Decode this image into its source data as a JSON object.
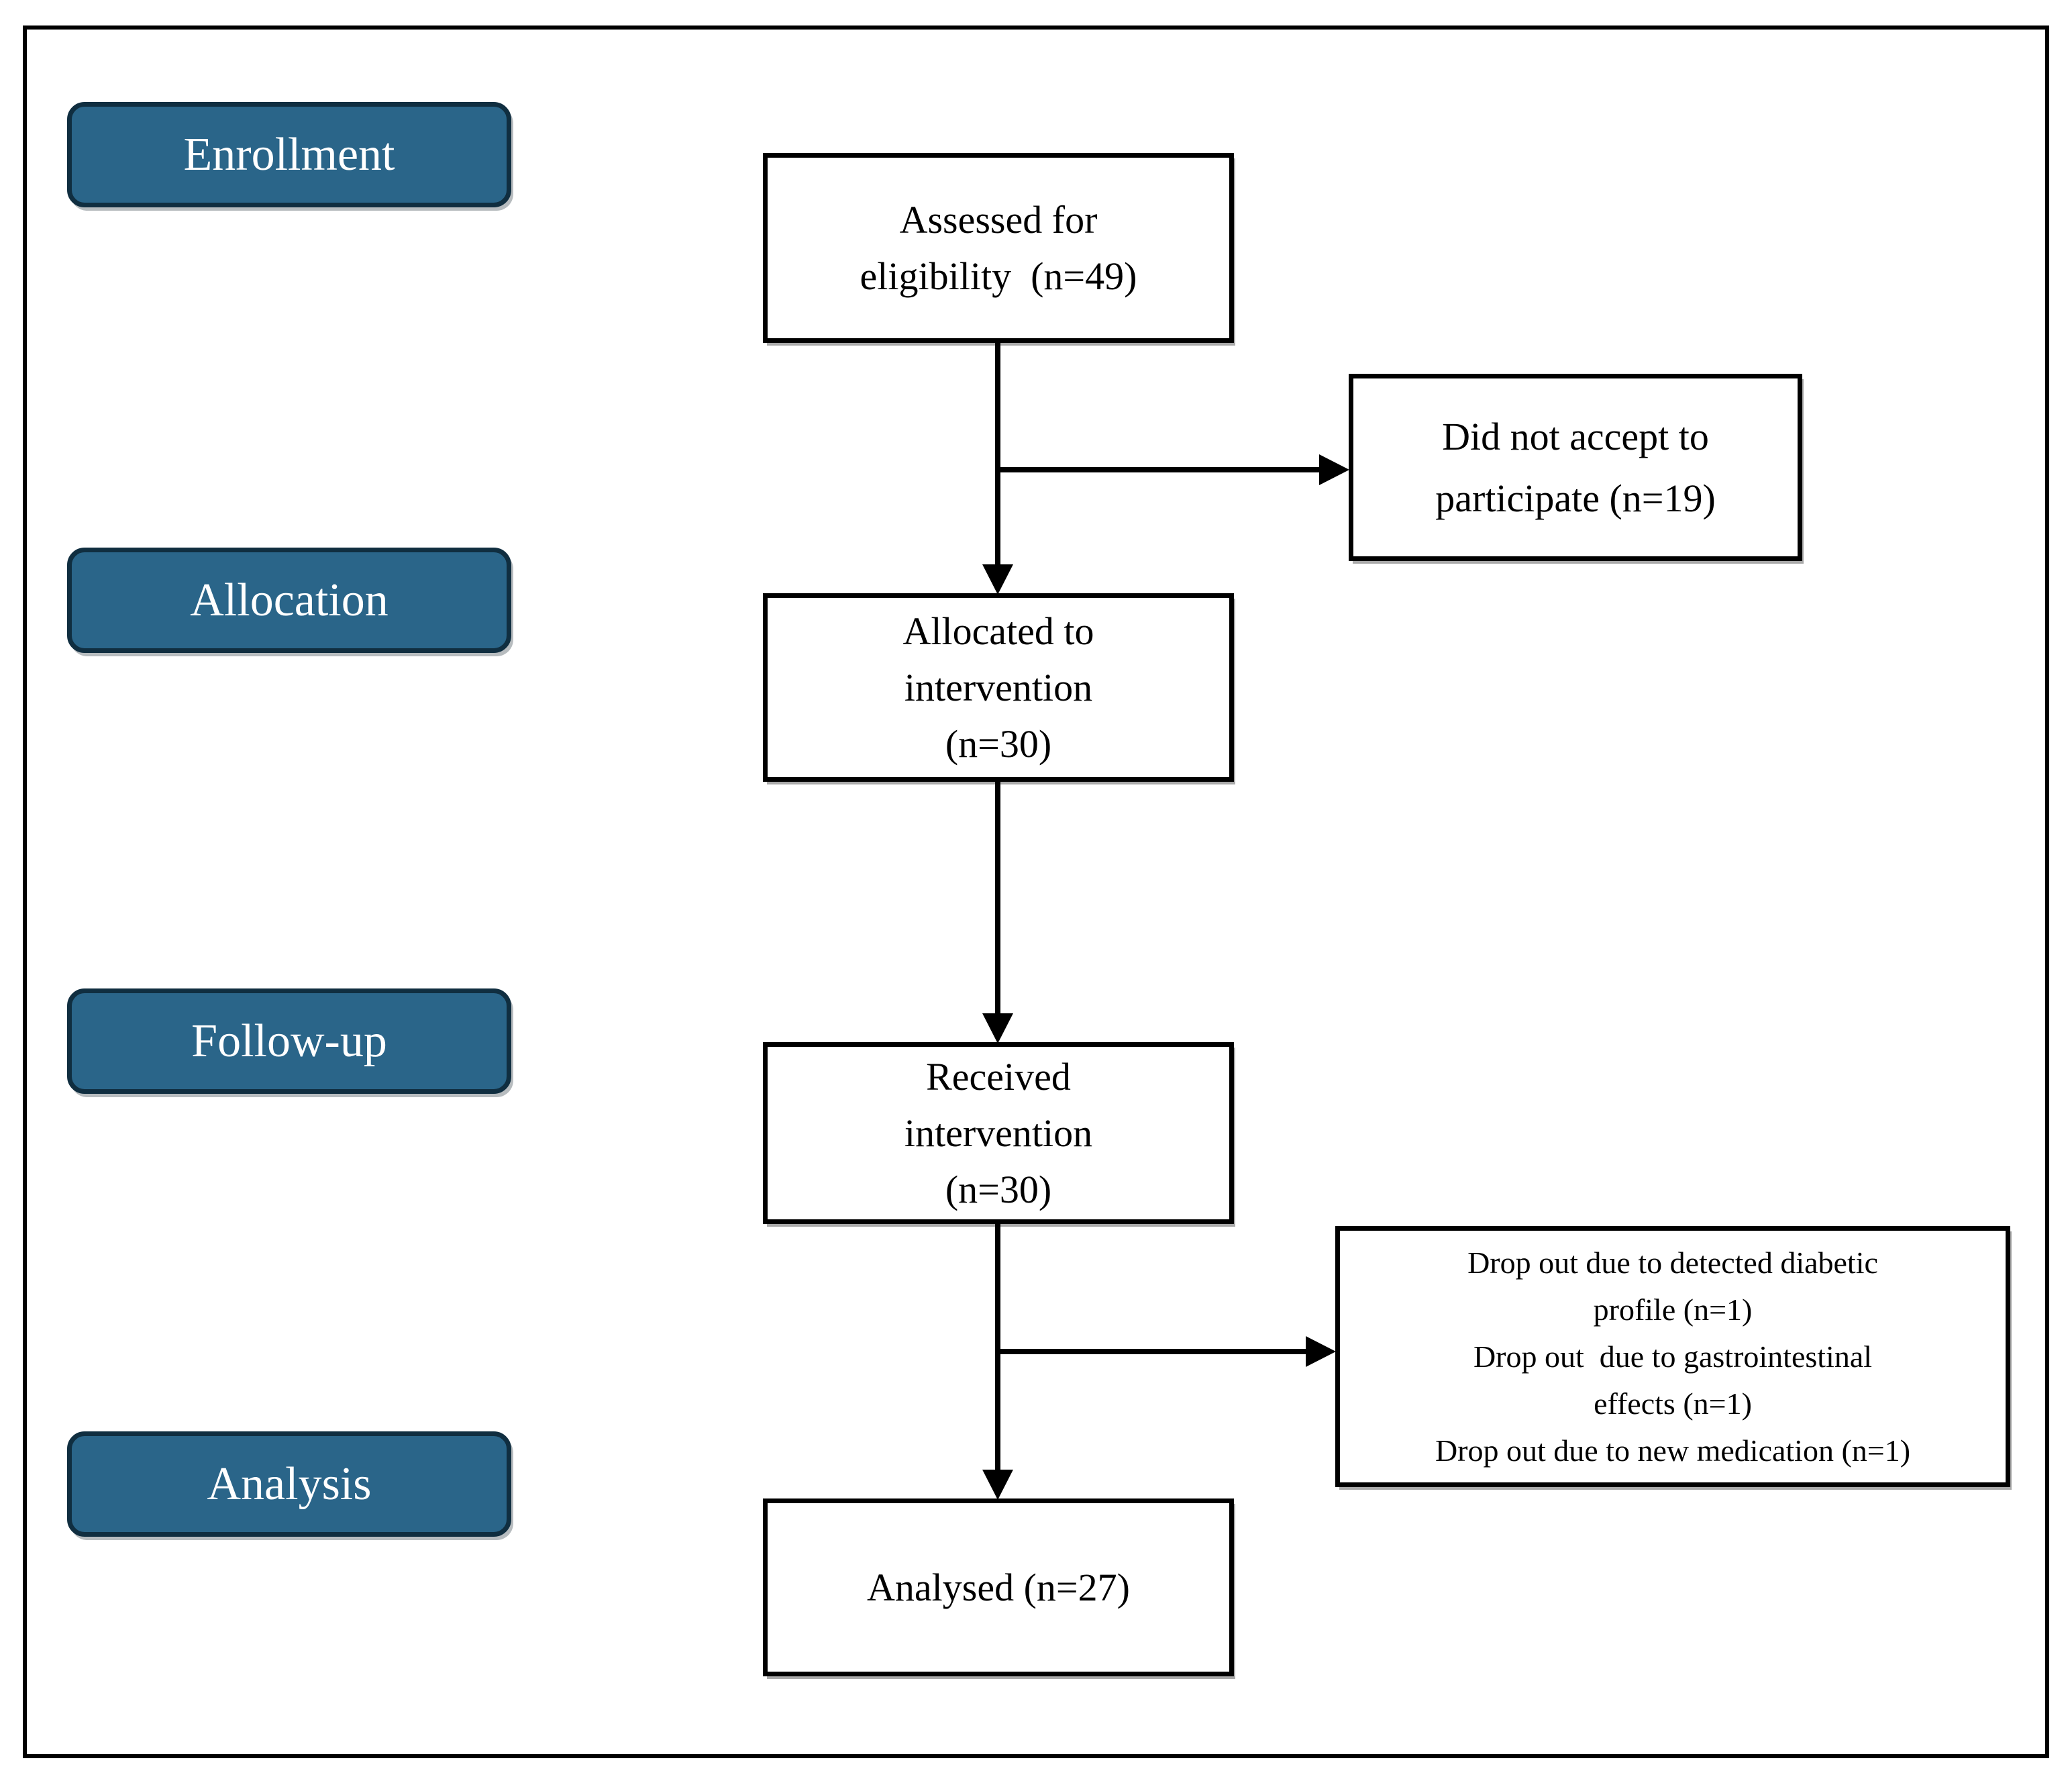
{
  "figure": {
    "type": "consort-flow-diagram",
    "stages": [
      {
        "label": "Enrollment"
      },
      {
        "label": "Allocation"
      },
      {
        "label": "Follow-up"
      },
      {
        "label": "Analysis"
      }
    ],
    "flow_boxes": [
      {
        "name": "assessed-for-eligibility",
        "lines": [
          "Assessed for",
          "eligibility  (n=49)"
        ]
      },
      {
        "name": "allocated-to-intervention",
        "lines": [
          "Allocated to",
          "intervention",
          "(n=30)"
        ]
      },
      {
        "name": "received-intervention",
        "lines": [
          "Received",
          "intervention",
          "(n=30)"
        ]
      },
      {
        "name": "analysed",
        "lines": [
          "Analysed (n=27)"
        ]
      }
    ],
    "side_boxes": [
      {
        "name": "did-not-accept",
        "lines": [
          "Did not accept to",
          "participate (n=19)"
        ]
      },
      {
        "name": "drop-out",
        "lines": [
          "Drop out due to detected diabetic",
          "profile (n=1)",
          "Drop out  due to gastrointestinal",
          "effects (n=1)",
          "Drop out due to new medication (n=1)"
        ]
      }
    ],
    "counts": {
      "assessed": 49,
      "did_not_accept": 19,
      "allocated": 30,
      "received": 30,
      "dropout_detected_diabetic_profile": 1,
      "dropout_gastrointestinal_effects": 1,
      "dropout_new_medication": 1,
      "analysed": 27
    },
    "colors": {
      "stage_fill": "#2A6589",
      "stage_border": "#102E40",
      "stage_text": "#FFFFFF",
      "box_fill": "#FFFFFF",
      "box_border": "#000000",
      "arrow": "#000000"
    }
  }
}
